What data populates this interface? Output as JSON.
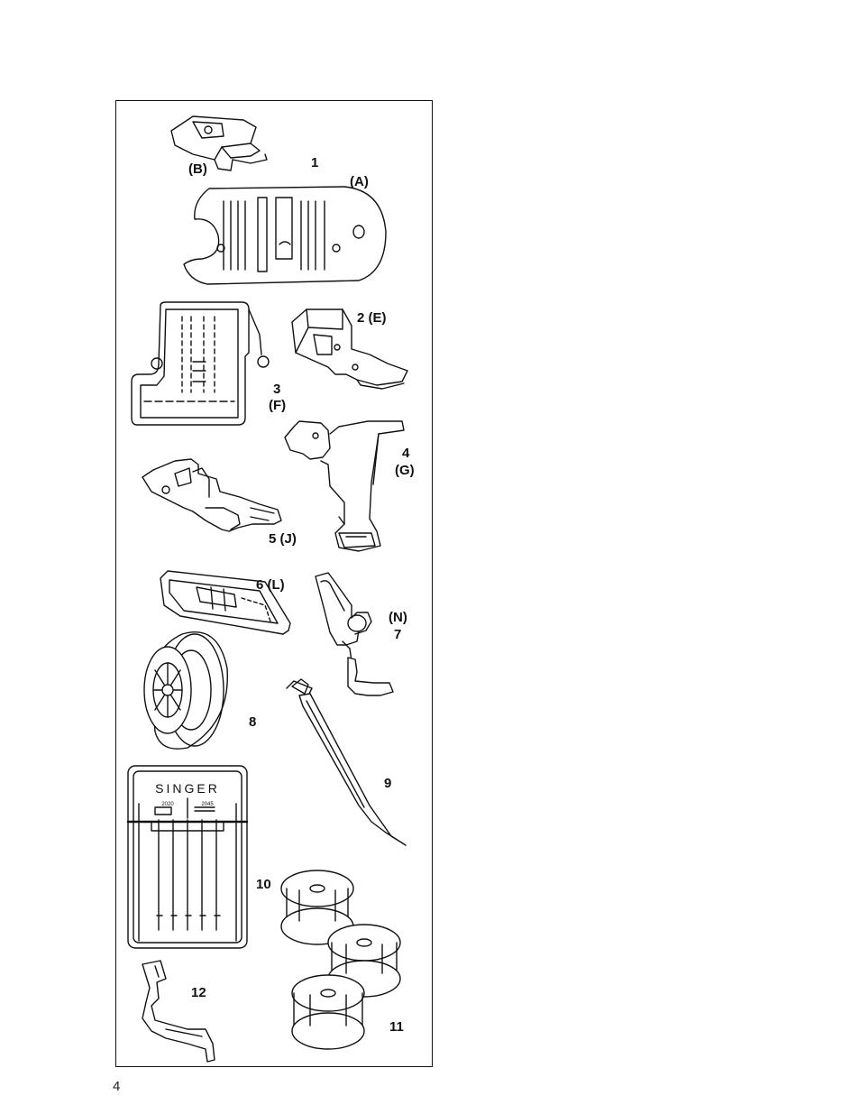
{
  "page": {
    "number": "4"
  },
  "labels": {
    "item1": "1",
    "item1_b": "(B)",
    "item1_a": "(A)",
    "item2": "2 (E)",
    "item3_num": "3",
    "item3_letter": "(F)",
    "item4_num": "4",
    "item4_letter": "(G)",
    "item5": "5 (J)",
    "item6": "6 (L)",
    "item7_letter": "(N)",
    "item7_num": "7",
    "item8": "8",
    "item9": "9",
    "item10": "10",
    "item11": "11",
    "item12": "12"
  },
  "needle_pack": {
    "brand": "SINGER",
    "code_left": "2020",
    "code_right": "2045"
  },
  "colors": {
    "ink": "#111111",
    "paper": "#ffffff"
  }
}
